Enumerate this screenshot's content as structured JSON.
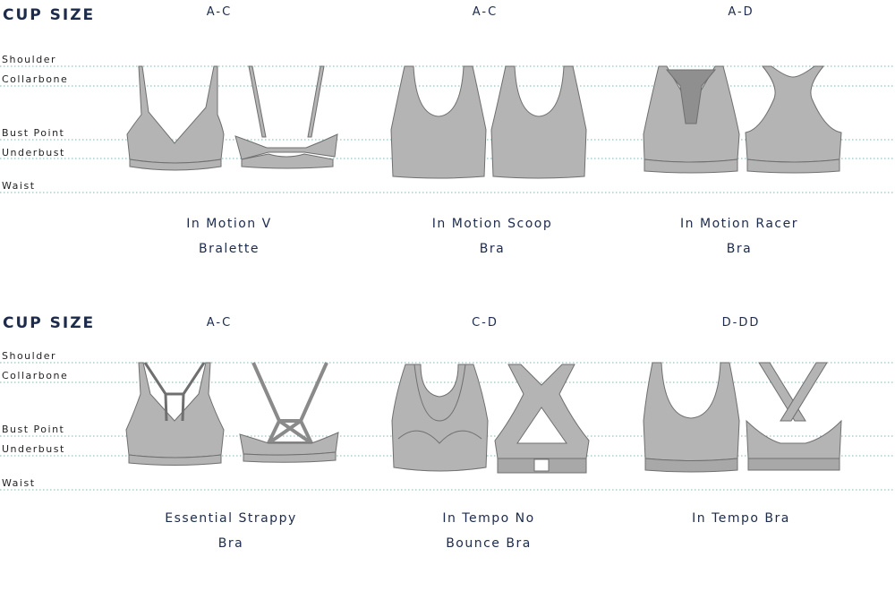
{
  "rows": [
    {
      "heading": "CUP SIZE",
      "levels": [
        "Shoulder",
        "Collarbone",
        "Bust Point",
        "Underbust",
        "Waist"
      ],
      "products": [
        {
          "cup_range": "A-C",
          "name_line1": "In Motion V",
          "name_line2": "Bralette"
        },
        {
          "cup_range": "A-C",
          "name_line1": "In Motion Scoop",
          "name_line2": "Bra"
        },
        {
          "cup_range": "A-D",
          "name_line1": "In Motion Racer",
          "name_line2": "Bra"
        }
      ]
    },
    {
      "heading": "CUP SIZE",
      "levels": [
        "Shoulder",
        "Collarbone",
        "Bust Point",
        "Underbust",
        "Waist"
      ],
      "products": [
        {
          "cup_range": "A-C",
          "name_line1": "Essential Strappy",
          "name_line2": "Bra"
        },
        {
          "cup_range": "C-D",
          "name_line1": "In Tempo No",
          "name_line2": "Bounce Bra"
        },
        {
          "cup_range": "D-DD",
          "name_line1": "In Tempo Bra",
          "name_line2": ""
        }
      ]
    }
  ],
  "colors": {
    "text": "#1c2b4b",
    "guide": "#7fb5b5",
    "garment": "#b4b4b4",
    "outline": "#6f6f6f"
  }
}
